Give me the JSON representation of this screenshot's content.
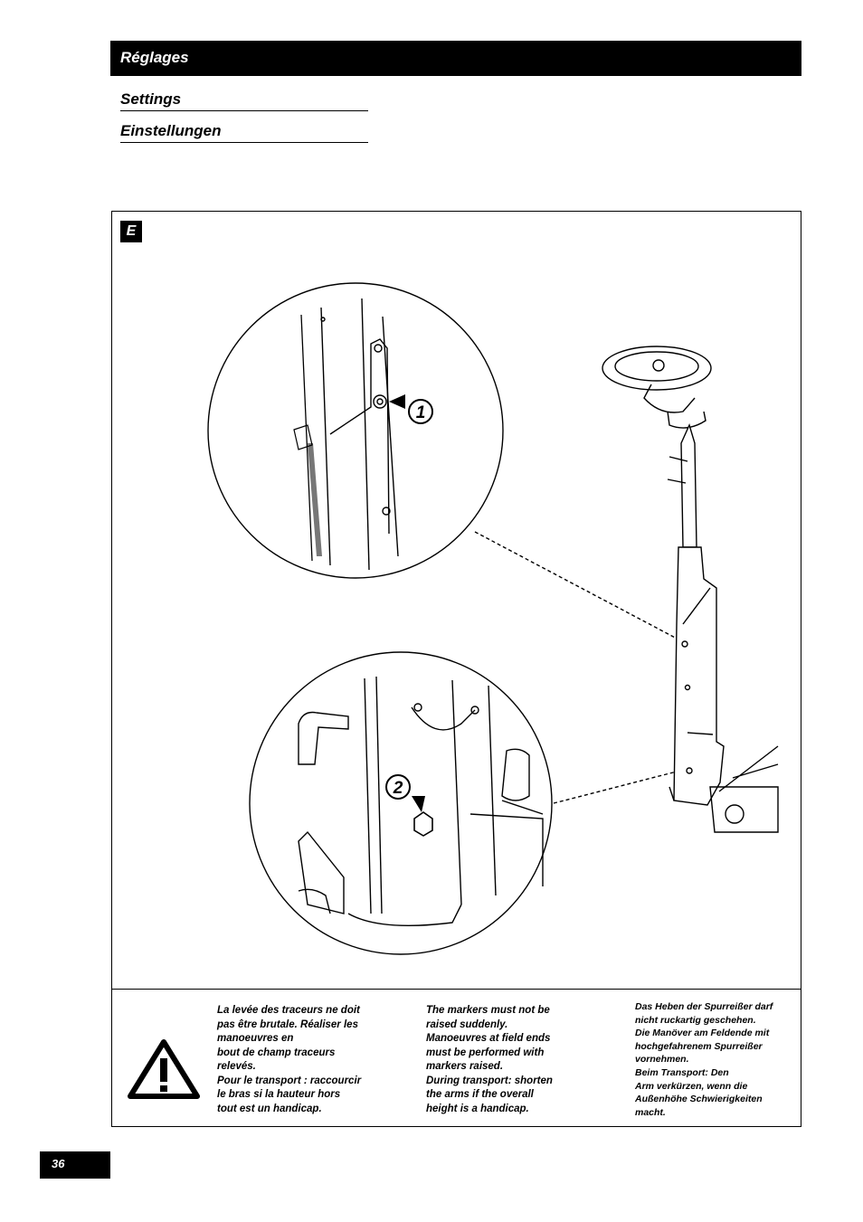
{
  "header": {
    "title": "Réglages"
  },
  "subtitles": [
    "Settings",
    "Einstellungen"
  ],
  "figure": {
    "label": "E",
    "callouts": [
      "1",
      "2"
    ]
  },
  "warning": {
    "icon": "warning-triangle-icon",
    "fr": "La levée des traceurs ne doit\npas être brutale. Réaliser les\nmanoeuvres en\nbout de champ traceurs\nrelevés.\nPour le transport : raccourcir\nle bras si la hauteur hors\ntout est un handicap.",
    "en": "The markers must not be\nraised suddenly.\nManoeuvres at field ends\nmust be performed with\nmarkers raised.\nDuring transport: shorten\nthe arms if the overall\nheight is a handicap.",
    "de": "Das Heben der Spurreißer darf\nnicht ruckartig geschehen.\nDie Manöver am Feldende mit\nhochgefahrenem Spurreißer\nvornehmen.\nBeim Transport: Den\nArm verkürzen, wenn die\nAußenhöhe Schwierigkeiten\nmacht."
  },
  "footer": {
    "page_number": "36"
  }
}
